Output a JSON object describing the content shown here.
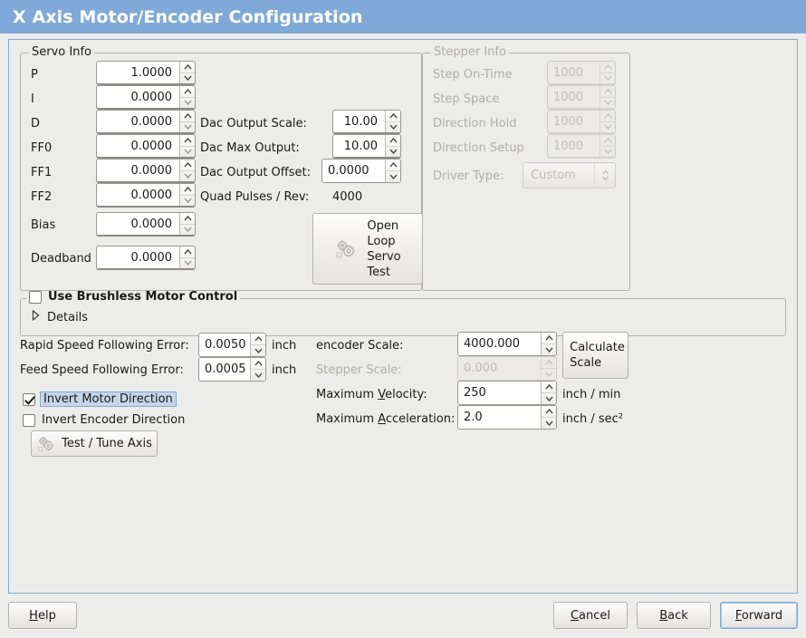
{
  "window": {
    "title": "X Axis Motor/Encoder Configuration",
    "title_bg": "#7fa9d8",
    "title_fg": "#ffffff",
    "page_bg": "#ececea",
    "accent": "#7fa9d8"
  },
  "servo_group": {
    "title": "Servo Info",
    "rows": [
      {
        "label": "P",
        "value": "1.0000"
      },
      {
        "label": "I",
        "value": "0.0000"
      },
      {
        "label": "D",
        "value": "0.0000"
      },
      {
        "label": "FF0",
        "value": "0.0000"
      },
      {
        "label": "FF1",
        "value": "0.0000"
      },
      {
        "label": "FF2",
        "value": "0.0000"
      },
      {
        "label": "Bias",
        "value": "0.0000"
      },
      {
        "label": "Deadband",
        "value": "0.0000"
      }
    ],
    "dac": [
      {
        "label": "Dac Output Scale:",
        "value": "10.00"
      },
      {
        "label": "Dac Max Output:",
        "value": "10.00"
      },
      {
        "label": "Dac Output Offset:",
        "value": "0.0000"
      }
    ],
    "quad_pulses_label": "Quad Pulses / Rev:",
    "quad_pulses_value": "4000",
    "open_loop_button": [
      "Open",
      "Loop",
      "Servo",
      "Test"
    ],
    "open_loop_icon": "gears-icon"
  },
  "stepper_group": {
    "title": "Stepper Info",
    "enabled": false,
    "rows": [
      {
        "label": "Step On-Time",
        "value": "1000"
      },
      {
        "label": "Step Space",
        "value": "1000"
      },
      {
        "label": "Direction Hold",
        "value": "1000"
      },
      {
        "label": "Direction Setup",
        "value": "1000"
      }
    ],
    "driver_type_label": "Driver Type:",
    "driver_type_value": "Custom"
  },
  "brushless_group": {
    "checkbox_label": "Use Brushless Motor Control",
    "checked": false,
    "details_label": "Details",
    "details_expanded": false
  },
  "tuning": {
    "rapid_error_label": "Rapid Speed Following Error:",
    "rapid_error_value": "0.0050",
    "rapid_error_units": "inch",
    "feed_error_label": "Feed Speed Following Error:",
    "feed_error_value": "0.0005",
    "feed_error_units": "inch",
    "invert_motor_label": "Invert Motor Direction",
    "invert_motor_checked": true,
    "invert_encoder_label": "Invert Encoder Direction",
    "invert_encoder_checked": false,
    "test_tune_button": "Test / Tune Axis",
    "test_tune_icon": "gears-icon"
  },
  "scaling": {
    "encoder_scale_label": "encoder Scale:",
    "encoder_scale_value": "4000.000",
    "stepper_scale_label": "Stepper Scale:",
    "stepper_scale_value": "0.000",
    "stepper_scale_enabled": false,
    "max_velocity_label_pre": "Maximum ",
    "max_velocity_label_mn": "V",
    "max_velocity_label_post": "elocity:",
    "max_velocity_value": "250",
    "max_velocity_units": "inch / min",
    "max_accel_label_pre": "Maximum ",
    "max_accel_label_mn": "A",
    "max_accel_label_post": "cceleration:",
    "max_accel_value": "2.0",
    "max_accel_units": "inch / sec²",
    "calculate_button": [
      "Calculate",
      "Scale"
    ]
  },
  "actions": {
    "help_mn": "H",
    "help_rest": "elp",
    "cancel_mn": "C",
    "cancel_rest": "ancel",
    "back_mn": "B",
    "back_rest": "ack",
    "forward_mn": "F",
    "forward_rest": "orward",
    "focused": "forward"
  }
}
